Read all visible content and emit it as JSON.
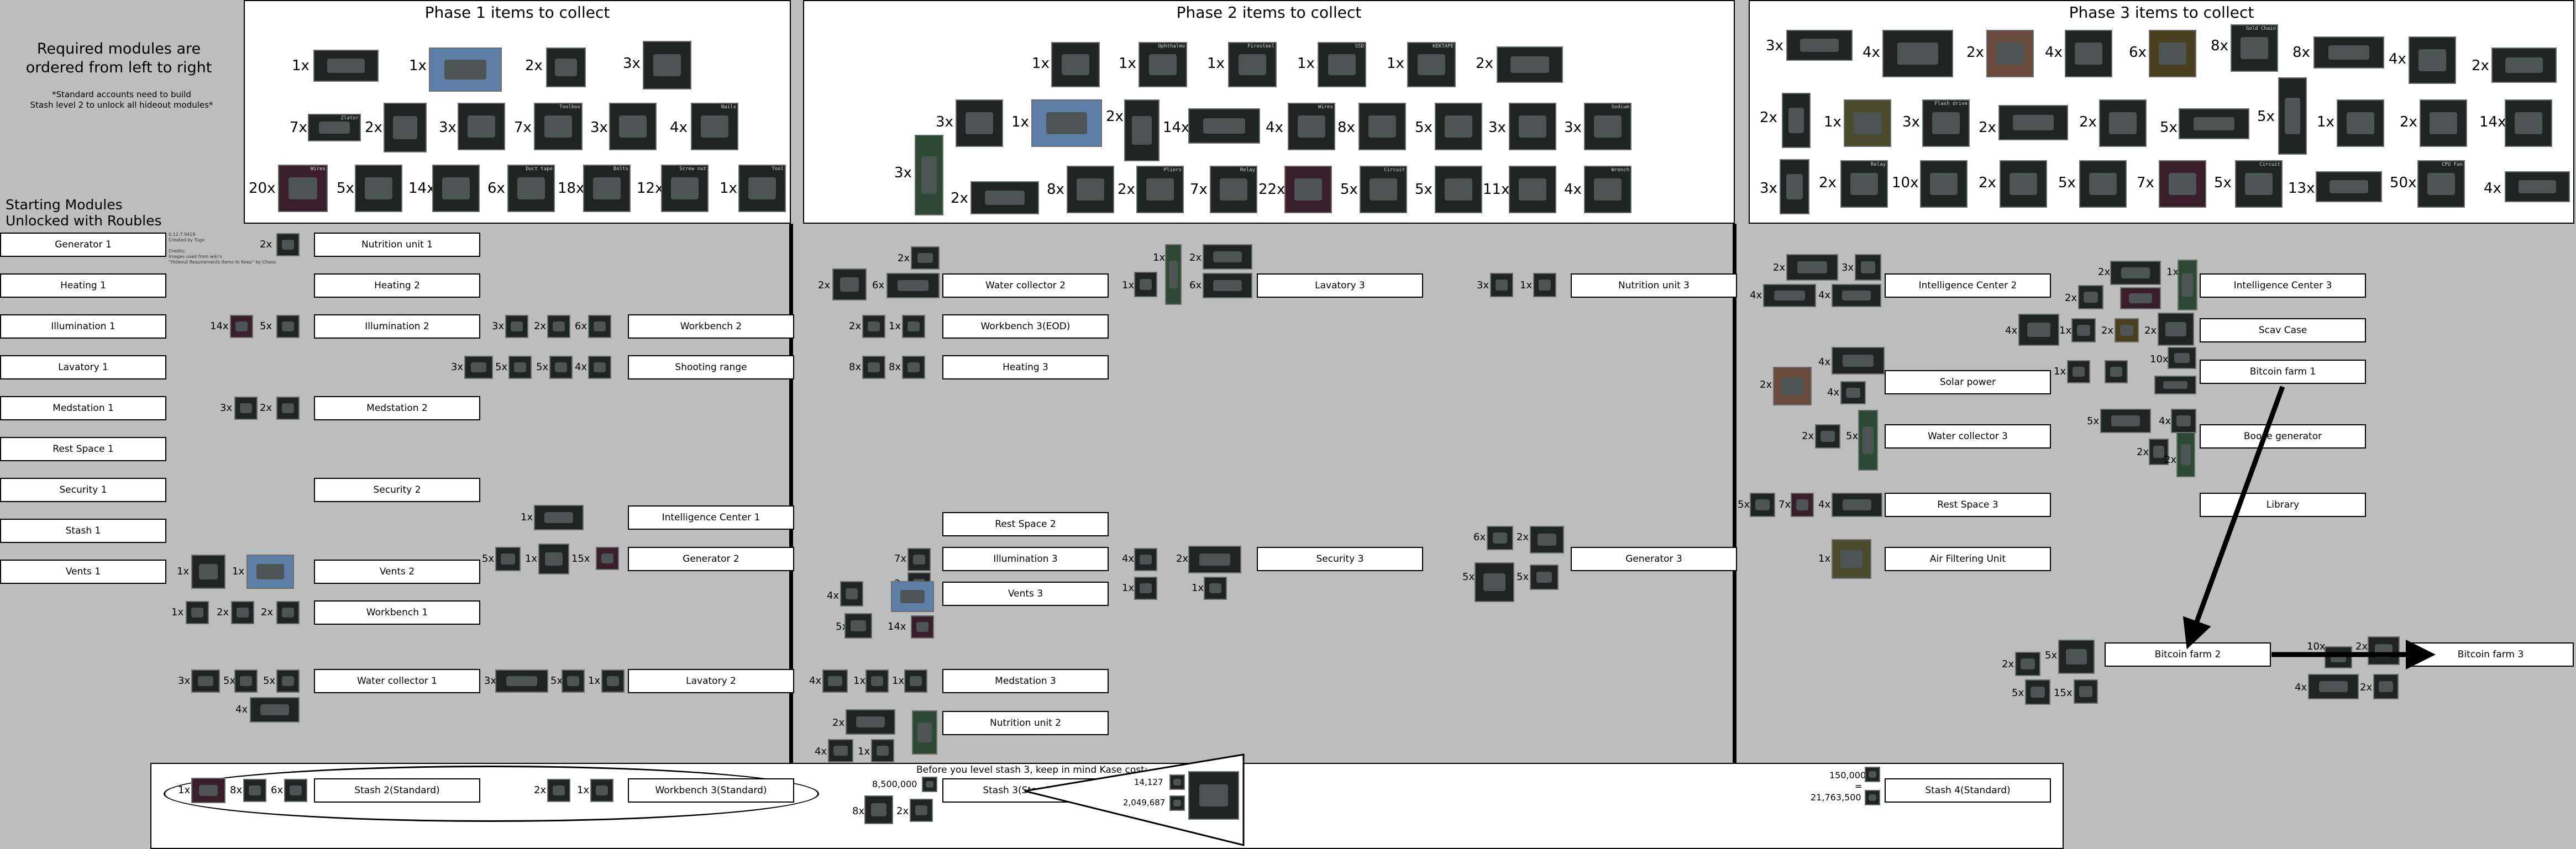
{
  "intro": {
    "line1": "Required modules are",
    "line2": "ordered from left to right",
    "note": "*Standard accounts need to build\nStash level 2 to unlock all hideout modules*",
    "credit": "0.12.7.9419\nCreated by Tugo\n\nCredits:\nImages used from wiki's\n\"Hideout Requirements Items to Keep\" by Chaos"
  },
  "starting": {
    "title_line1": "Starting Modules",
    "title_line2": "Unlocked with Roubles",
    "modules": [
      "Generator 1",
      "Heating 1",
      "Illumination 1",
      "Lavatory 1",
      "Medstation 1",
      "Rest Space 1",
      "Security 1",
      "Stash 1",
      "Vents 1"
    ]
  },
  "phase1": {
    "title": "Phase 1 items to collect",
    "items": [
      "1x",
      "1x",
      "2x",
      "3x",
      "7x",
      "2x",
      "3x",
      "7x",
      "3x",
      "4x",
      "20x",
      "5x",
      "14x",
      "6x",
      "18x",
      "12x",
      "1x"
    ],
    "labels": [
      "",
      "",
      "",
      "",
      "Zlator",
      "",
      "",
      "Toolbox",
      "",
      "Nails",
      "Wires",
      "",
      "",
      "Duct tape",
      "Bolts",
      "Screw nut",
      "Tool"
    ]
  },
  "phase2": {
    "title": "Phase 2 items to collect",
    "items": [
      "1x",
      "1x",
      "1x",
      "1x",
      "1x",
      "2x",
      "3x",
      "1x",
      "2x",
      "14x",
      "4x",
      "8x",
      "5x",
      "3x",
      "3x",
      "3x",
      "2x",
      "8x",
      "2x",
      "7x",
      "22x",
      "5x",
      "5x",
      "11x",
      "4x"
    ],
    "labels": [
      "",
      "Ophthalmo",
      "Firesteel",
      "SSD",
      "KEKTAPE",
      "",
      "",
      "",
      "",
      "",
      "Wires",
      "",
      "",
      "",
      "Sodium",
      "",
      "",
      "",
      "Pliers",
      "Relay",
      "",
      "Circuit",
      "",
      "",
      "Wrench"
    ]
  },
  "phase3": {
    "title": "Phase 3 items to collect",
    "items": [
      "3x",
      "4x",
      "2x",
      "4x",
      "6x",
      "8x",
      "8x",
      "4x",
      "2x",
      "2x",
      "1x",
      "3x",
      "2x",
      "2x",
      "5x",
      "5x",
      "1x",
      "2x",
      "14x",
      "3x",
      "2x",
      "10x",
      "2x",
      "5x",
      "7x",
      "5x",
      "13x",
      "50x",
      "4x"
    ],
    "labels": [
      "",
      "",
      "",
      "",
      "",
      "Gold Chain",
      "",
      "",
      "",
      "",
      "",
      "Flash drive",
      "",
      "",
      "",
      "",
      "",
      "",
      "",
      "",
      "Relay",
      "",
      "",
      "",
      "",
      "Circuit",
      "",
      "CPU Fan",
      ""
    ]
  },
  "col1": {
    "modules": [
      "Nutrition unit 1",
      "Heating 2",
      "Illumination 2",
      "Medstation 2",
      "Security 2",
      "Vents 2",
      "Workbench 1",
      "Water collector 1",
      "Stash 2(Standard)"
    ],
    "qty": {
      "nut1": "2x",
      "ill2a": "14x",
      "ill2b": "5x",
      "med2": "3x",
      "med2b": "2x",
      "vents2a": "1x",
      "vents2b": "1x",
      "wb1a": "1x",
      "wb1b": "2x",
      "wb1c": "2x",
      "wc1a": "3x",
      "wc1b": "5x",
      "wc1c": "5x",
      "wc1d": "4x",
      "st2a": "1x",
      "st2b": "8x",
      "st2c": "6x"
    }
  },
  "col2": {
    "modules": [
      "Workbench 2",
      "Shooting range",
      "Intelligence Center 1",
      "Generator 2",
      "Lavatory 2",
      "Workbench 3(Standard)"
    ],
    "qty": {
      "wb2a": "3x",
      "wb2b": "2x",
      "wb2c": "6x",
      "sr1": "3x",
      "sr2": "5x",
      "sr3": "5x",
      "sr4": "4x",
      "ic1": "1x",
      "gen2a": "5x",
      "gen2b": "1x",
      "gen2c": "15x",
      "lav2a": "3x",
      "lav2b": "5x",
      "lav2c": "1x",
      "wb3sa": "2x",
      "wb3sb": "1x"
    }
  },
  "col3": {
    "modules": [
      "Water collector 2",
      "Workbench 3(EOD)",
      "Heating 3",
      "Rest Space 2",
      "Illumination 3",
      "Vents 3",
      "Medstation 3",
      "Nutrition unit 2",
      "Stash 3(Standard)"
    ],
    "qty": {
      "wc2a": "2x",
      "wc2b": "2x",
      "wc2c": "6x",
      "wb3a": "2x",
      "wb3b": "1x",
      "h3a": "8x",
      "h3b": "8x",
      "ill3a": "7x",
      "ill3b": "2x",
      "v3a": "4x",
      "v3b": "5x",
      "v3c": "14x",
      "med3a": "4x",
      "med3b": "1x",
      "med3c": "1x",
      "nu2a": "2x",
      "nu2b": "4x",
      "nu2c": "1x",
      "st3a": "8x",
      "st3b": "2x"
    },
    "stash_note": "Before you level stash 3, keep in mind Kase cost:",
    "stash_cost": "8,500,000",
    "kase_a": "14,127",
    "kase_b": "2,049,687"
  },
  "col4": {
    "modules": [
      "Lavatory 3",
      "Security 3"
    ],
    "qty": {
      "lav3a": "1x",
      "lav3b": "1x",
      "lav3c": "2x",
      "lav3d": "6x",
      "sec3a": "4x",
      "sec3b": "2x",
      "sec3c": "1x",
      "sec3d": "1x"
    }
  },
  "col5": {
    "modules": [
      "Nutrition unit 3",
      "Generator 3"
    ],
    "qty": {
      "nu3a": "3x",
      "nu3b": "1x",
      "gen3a": "6x",
      "gen3b": "2x",
      "gen3c": "5x",
      "gen3d": "5x"
    }
  },
  "col6": {
    "modules": [
      "Intelligence Center 2",
      "Solar power",
      "Water collector 3",
      "Rest Space 3",
      "Air Filtering Unit",
      "Stash 4(Standard)"
    ],
    "qty": {
      "ic2a": "2x",
      "ic2b": "3x",
      "ic2c": "4x",
      "ic2d": "4x",
      "sp1": "4x",
      "sp2": "2x",
      "sp3": "4x",
      "wc3a": "2x",
      "wc3b": "5x",
      "rs3a": "5x",
      "rs3b": "7x",
      "rs3c": "4x",
      "afu": "1x"
    },
    "stash4_a": "150,000",
    "stash4_eq": "=",
    "stash4_b": "21,763,500"
  },
  "col7": {
    "modules": [
      "Intelligence Center 3",
      "Scav Case",
      "Bitcoin farm 1",
      "Booze generator",
      "Library",
      "Bitcoin farm 2",
      "Bitcoin farm 3"
    ],
    "qty": {
      "ic3a": "2x",
      "ic3b": "2x",
      "ic3c": "1x",
      "sc1": "4x",
      "sc2": "1x",
      "sc3": "2x",
      "sc4": "2x",
      "bf1a": "1x",
      "bf1b": "10x",
      "bg1": "5x",
      "bg2": "4x",
      "bg3": "2x",
      "bg4": "2x",
      "bf2a": "2x",
      "bf2b": "5x",
      "bf2c": "5x",
      "bf2d": "15x",
      "bf3a": "10x",
      "bf3b": "2x",
      "bf3c": "4x",
      "bf3d": "2x"
    }
  }
}
